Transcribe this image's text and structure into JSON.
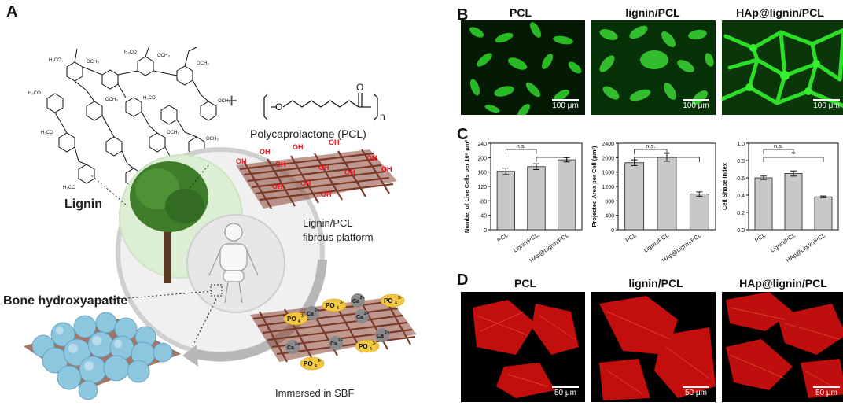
{
  "panels": {
    "A": "A",
    "B": "B",
    "C": "C",
    "D": "D"
  },
  "schematic": {
    "plus": "+",
    "lignin": "Lignin",
    "pcl_label": "Polycaprolactone (PCL)",
    "platform_line1": "Lignin/PCL",
    "platform_line2": "fibrous platform",
    "bone_hap": "Bone hydroxyapatite",
    "immersed": "Immersed in SBF",
    "oh": "OH",
    "ca": "Ca",
    "ca_sup": "2+",
    "po4": "PO",
    "po4_sub": "4",
    "po4_sup": "3-",
    "formula_o": "O",
    "formula_n": "n"
  },
  "groups": [
    "PCL",
    "lignin/PCL",
    "HAp@lignin/PCL"
  ],
  "scale_B": "100 μm",
  "scale_D": "50 μm",
  "colors": {
    "green_cells": "#22d322",
    "red_actin": "#e01010",
    "bar_fill": "#c8c8c8",
    "oh_red": "#e8141e",
    "fiber": "#7a3a2a",
    "hap_blue": "#8cc6df",
    "po4_yellow": "#f4c840",
    "ca_gray": "#8a8a8a"
  },
  "chart_data": [
    {
      "type": "bar",
      "categories": [
        "PCL",
        "Lignin/PCL",
        "HAp@Lignin/PCL"
      ],
      "values": [
        162,
        175,
        194
      ],
      "errors": [
        9,
        8,
        6
      ],
      "ylabel": "Number of Live Cells per 10⁵ μm²",
      "ylim": [
        0,
        240
      ],
      "yticks": [
        0,
        40,
        80,
        120,
        160,
        200,
        240
      ],
      "annotations": [
        {
          "text": "n.s.",
          "from": 0,
          "to": 1
        },
        {
          "text": "",
          "from": 1,
          "to": 2
        }
      ]
    },
    {
      "type": "bar",
      "categories": [
        "PCL",
        "Lignin/PCL",
        "HAp@Lignin/PCL"
      ],
      "values": [
        1860,
        2010,
        990
      ],
      "errors": [
        80,
        110,
        60
      ],
      "ylabel": "Projected Area per Cell (μm²)",
      "ylim": [
        0,
        2400
      ],
      "yticks": [
        0,
        400,
        800,
        1200,
        1600,
        2000,
        2400
      ],
      "annotations": [
        {
          "text": "n.s.",
          "from": 0,
          "to": 1
        },
        {
          "text": "**",
          "from": 0,
          "to": 2
        }
      ]
    },
    {
      "type": "bar",
      "categories": [
        "PCL",
        "Lignin/PCL",
        "HAp@Lignin/PCL"
      ],
      "values": [
        0.6,
        0.65,
        0.38
      ],
      "errors": [
        0.02,
        0.03,
        0.01
      ],
      "ylabel": "Cell Shape Index",
      "ylim": [
        0,
        1.0
      ],
      "yticks": [
        0.0,
        0.2,
        0.4,
        0.6,
        0.8,
        1.0
      ],
      "annotations": [
        {
          "text": "n.s.",
          "from": 0,
          "to": 1
        },
        {
          "text": "**",
          "from": 0,
          "to": 2
        }
      ]
    }
  ]
}
